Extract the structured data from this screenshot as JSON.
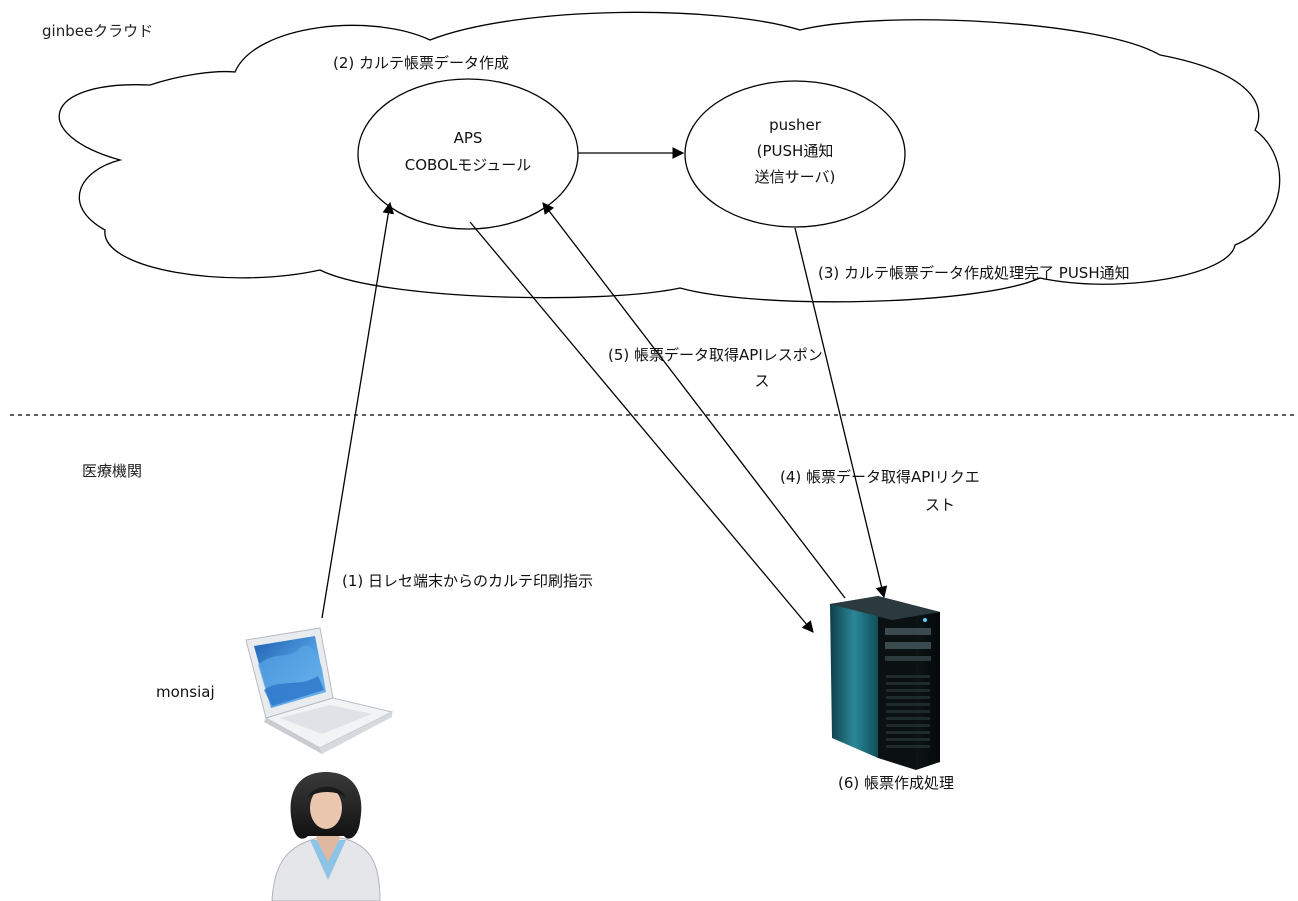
{
  "zones": {
    "cloud": "ginbeeクラウド",
    "clinic": "医療機関"
  },
  "nodes": {
    "aps": {
      "line1": "APS",
      "line2": "COBOLモジュール"
    },
    "pusher": {
      "line1": "pusher",
      "line2": "(PUSH通知",
      "line3": "送信サーバ)"
    },
    "terminal": "monsiaj"
  },
  "steps": {
    "s1": "(1) 日レセ端末からのカルテ印刷指示",
    "s2": "(2) カルテ帳票データ作成",
    "s3": "(3) カルテ帳票データ作成処理完了 PUSH通知",
    "s4_line1": "(4) 帳票データ取得APIリクエ",
    "s4_line2": "スト",
    "s5_line1": "(5) 帳票データ取得APIレスポン",
    "s5_line2": "ス",
    "s6": "(6) 帳票作成処理"
  },
  "icons": {
    "laptop": "laptop-icon",
    "server": "server-tower-icon",
    "person": "person-icon"
  },
  "colors": {
    "stroke": "#000000",
    "background": "#ffffff"
  }
}
